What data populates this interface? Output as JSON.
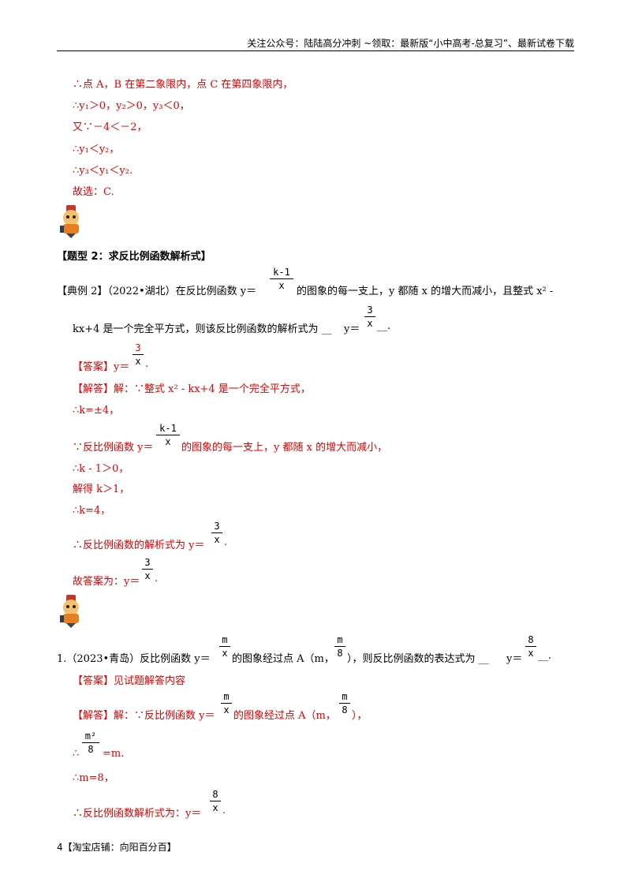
{
  "header": {
    "text": "关注公众号：陆陆高分冲刺  ~领取：最新版“小中高考-总复习”、最新试卷下载"
  },
  "block1": {
    "l1": "∴点 A，B 在第二象限内，点 C 在第四象限内，",
    "l2": "∴y₁＞0，y₂＞0，y₃＜0，",
    "l3": "又∵－4＜－2，",
    "l4": "∴y₁＜y₂，",
    "l5": "∴y₃＜y₁＜y₂.",
    "l6": "故选：C."
  },
  "section2": {
    "title": "【题型 2：求反比例函数解析式】"
  },
  "example2": {
    "line1_a": "【典例 2】（2022•湖北）在反比例函数 y＝",
    "line1_b": "的图象的每一支上，y 都随 x 的增大而减小，且整式 x² -",
    "line2_a": "kx+4 是一个完全平方式，则该反比例函数的解析式为 __",
    "line2_b": "y＝",
    "line2_c": "__.",
    "frac_num": "k-1",
    "frac_den": "x",
    "ans_num": "3",
    "ans_den": "x"
  },
  "answer2": {
    "label": "【答案】",
    "text": "y＝",
    "end": ".",
    "num": "3",
    "den": "x"
  },
  "solution2": {
    "l1": "【解答】解：∵整式 x² - kx+4 是一个完全平方式，",
    "l2": "∴k=±4，",
    "l3_a": "∵反比例函数 y＝",
    "l3_b": "的图象的每一支上，y 都随 x 的增大而减小，",
    "l3_num": "k-1",
    "l3_den": "x",
    "l4": "∴k - 1＞0，",
    "l5": "解得 k＞1，",
    "l6": "∴k=4，",
    "l7_a": "∴反比例函数的解析式为 y＝",
    "l7_b": ".",
    "l7_num": "3",
    "l7_den": "x",
    "l8_a": "故答案为：y＝",
    "l8_b": ".",
    "l8_num": "3",
    "l8_den": "x"
  },
  "q1": {
    "a": "1.（2023•青岛）反比例函数 y＝",
    "b": "的图象经过点 A（m，",
    "c": "），则反比例函数的表达式为 __",
    "d": "y＝",
    "e": "__.",
    "f1_num": "m",
    "f1_den": "x",
    "f2_num": "m",
    "f2_den": "8",
    "f3_num": "8",
    "f3_den": "x"
  },
  "q1answer": {
    "text": "【答案】见试题解答内容"
  },
  "q1solution": {
    "l1_a": "【解答】解：∵反比例函数 y＝",
    "l1_b": "的图象经过点 A（m，",
    "l1_c": "），",
    "f1_num": "m",
    "f1_den": "x",
    "f2_num": "m",
    "f2_den": "8",
    "l2_num": "m²",
    "l2_den": "8",
    "l2_b": "=m.",
    "l3": "∴m=8，",
    "l4_a": "∴反比例函数解析式为：y＝",
    "l4_b": ".",
    "l4_num": "8",
    "l4_den": "x"
  },
  "footer": {
    "text": "4【淘宝店铺：向阳百分百】"
  }
}
